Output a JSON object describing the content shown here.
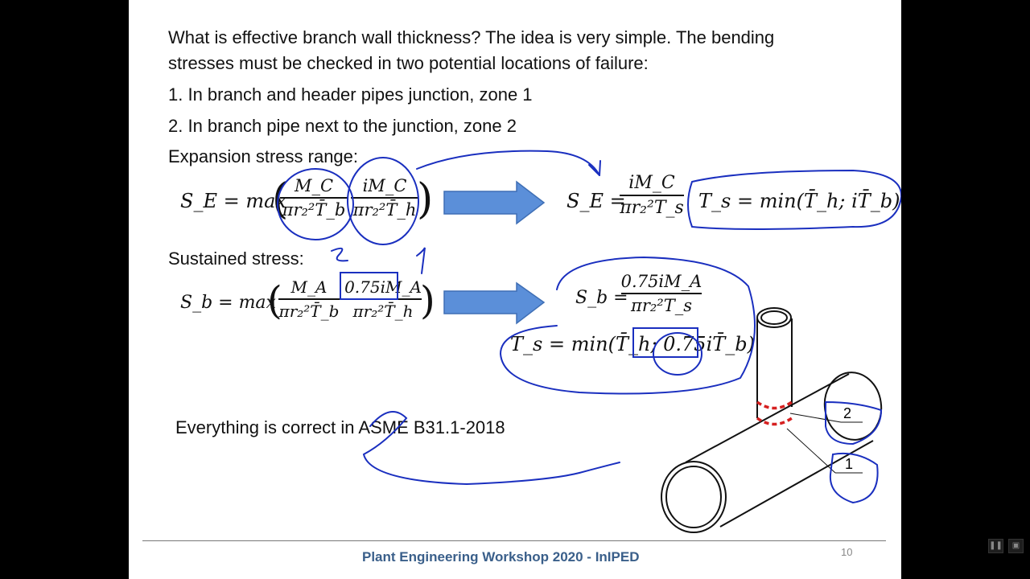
{
  "slide": {
    "intro_line1": "What is effective branch wall thickness?  The idea is very simple. The bending",
    "intro_line2": "stresses must be checked in two potential locations of failure:",
    "point1": "1. In branch and header pipes junction, zone 1",
    "point2": "2. In branch pipe next to the junction, zone 2",
    "expansion_label": "Expansion stress range:",
    "sustained_label": "Sustained stress:",
    "conclusion": "Everything is correct in ASME B31.1-2018",
    "footer": "Plant Engineering Workshop 2020 - InIPED",
    "page_number": "10",
    "zone_labels": [
      "2",
      "1"
    ]
  },
  "formulas": {
    "se_lhs": "S_E = max",
    "se_frac1_num": "M_C",
    "se_frac1_den": "πr₂²T̄_b",
    "se_frac2_num": "iM_C",
    "se_frac2_den": "πr₂²T̄_h",
    "se_rhs_lhs": "S_E =",
    "se_rhs_num": "iM_C",
    "se_rhs_den": "πr₂²T_s",
    "ts_expansion": "T_s = min(T̄_h; iT̄_b)",
    "sb_lhs": "S_b = max",
    "sb_frac1_num": "M_A",
    "sb_frac1_den": "πr₂²T̄_b",
    "sb_frac2_num": "0.75iM_A",
    "sb_frac2_den": "πr₂²T̄_h",
    "sb_rhs_lhs": "S_b =",
    "sb_rhs_num": "0.75iM_A",
    "sb_rhs_den": "πr₂²T_s",
    "ts_sustained": "T_s = min(T̄_h; 0.75iT̄_b)"
  },
  "colors": {
    "ink": "#1a2fbf",
    "arrow_fill": "#5b8fd9",
    "arrow_stroke": "#3f6fb5",
    "failure_zone": "#d62020",
    "footer_text": "#3a5f8a"
  },
  "icons": [
    "pause-icon",
    "screen-icon"
  ]
}
